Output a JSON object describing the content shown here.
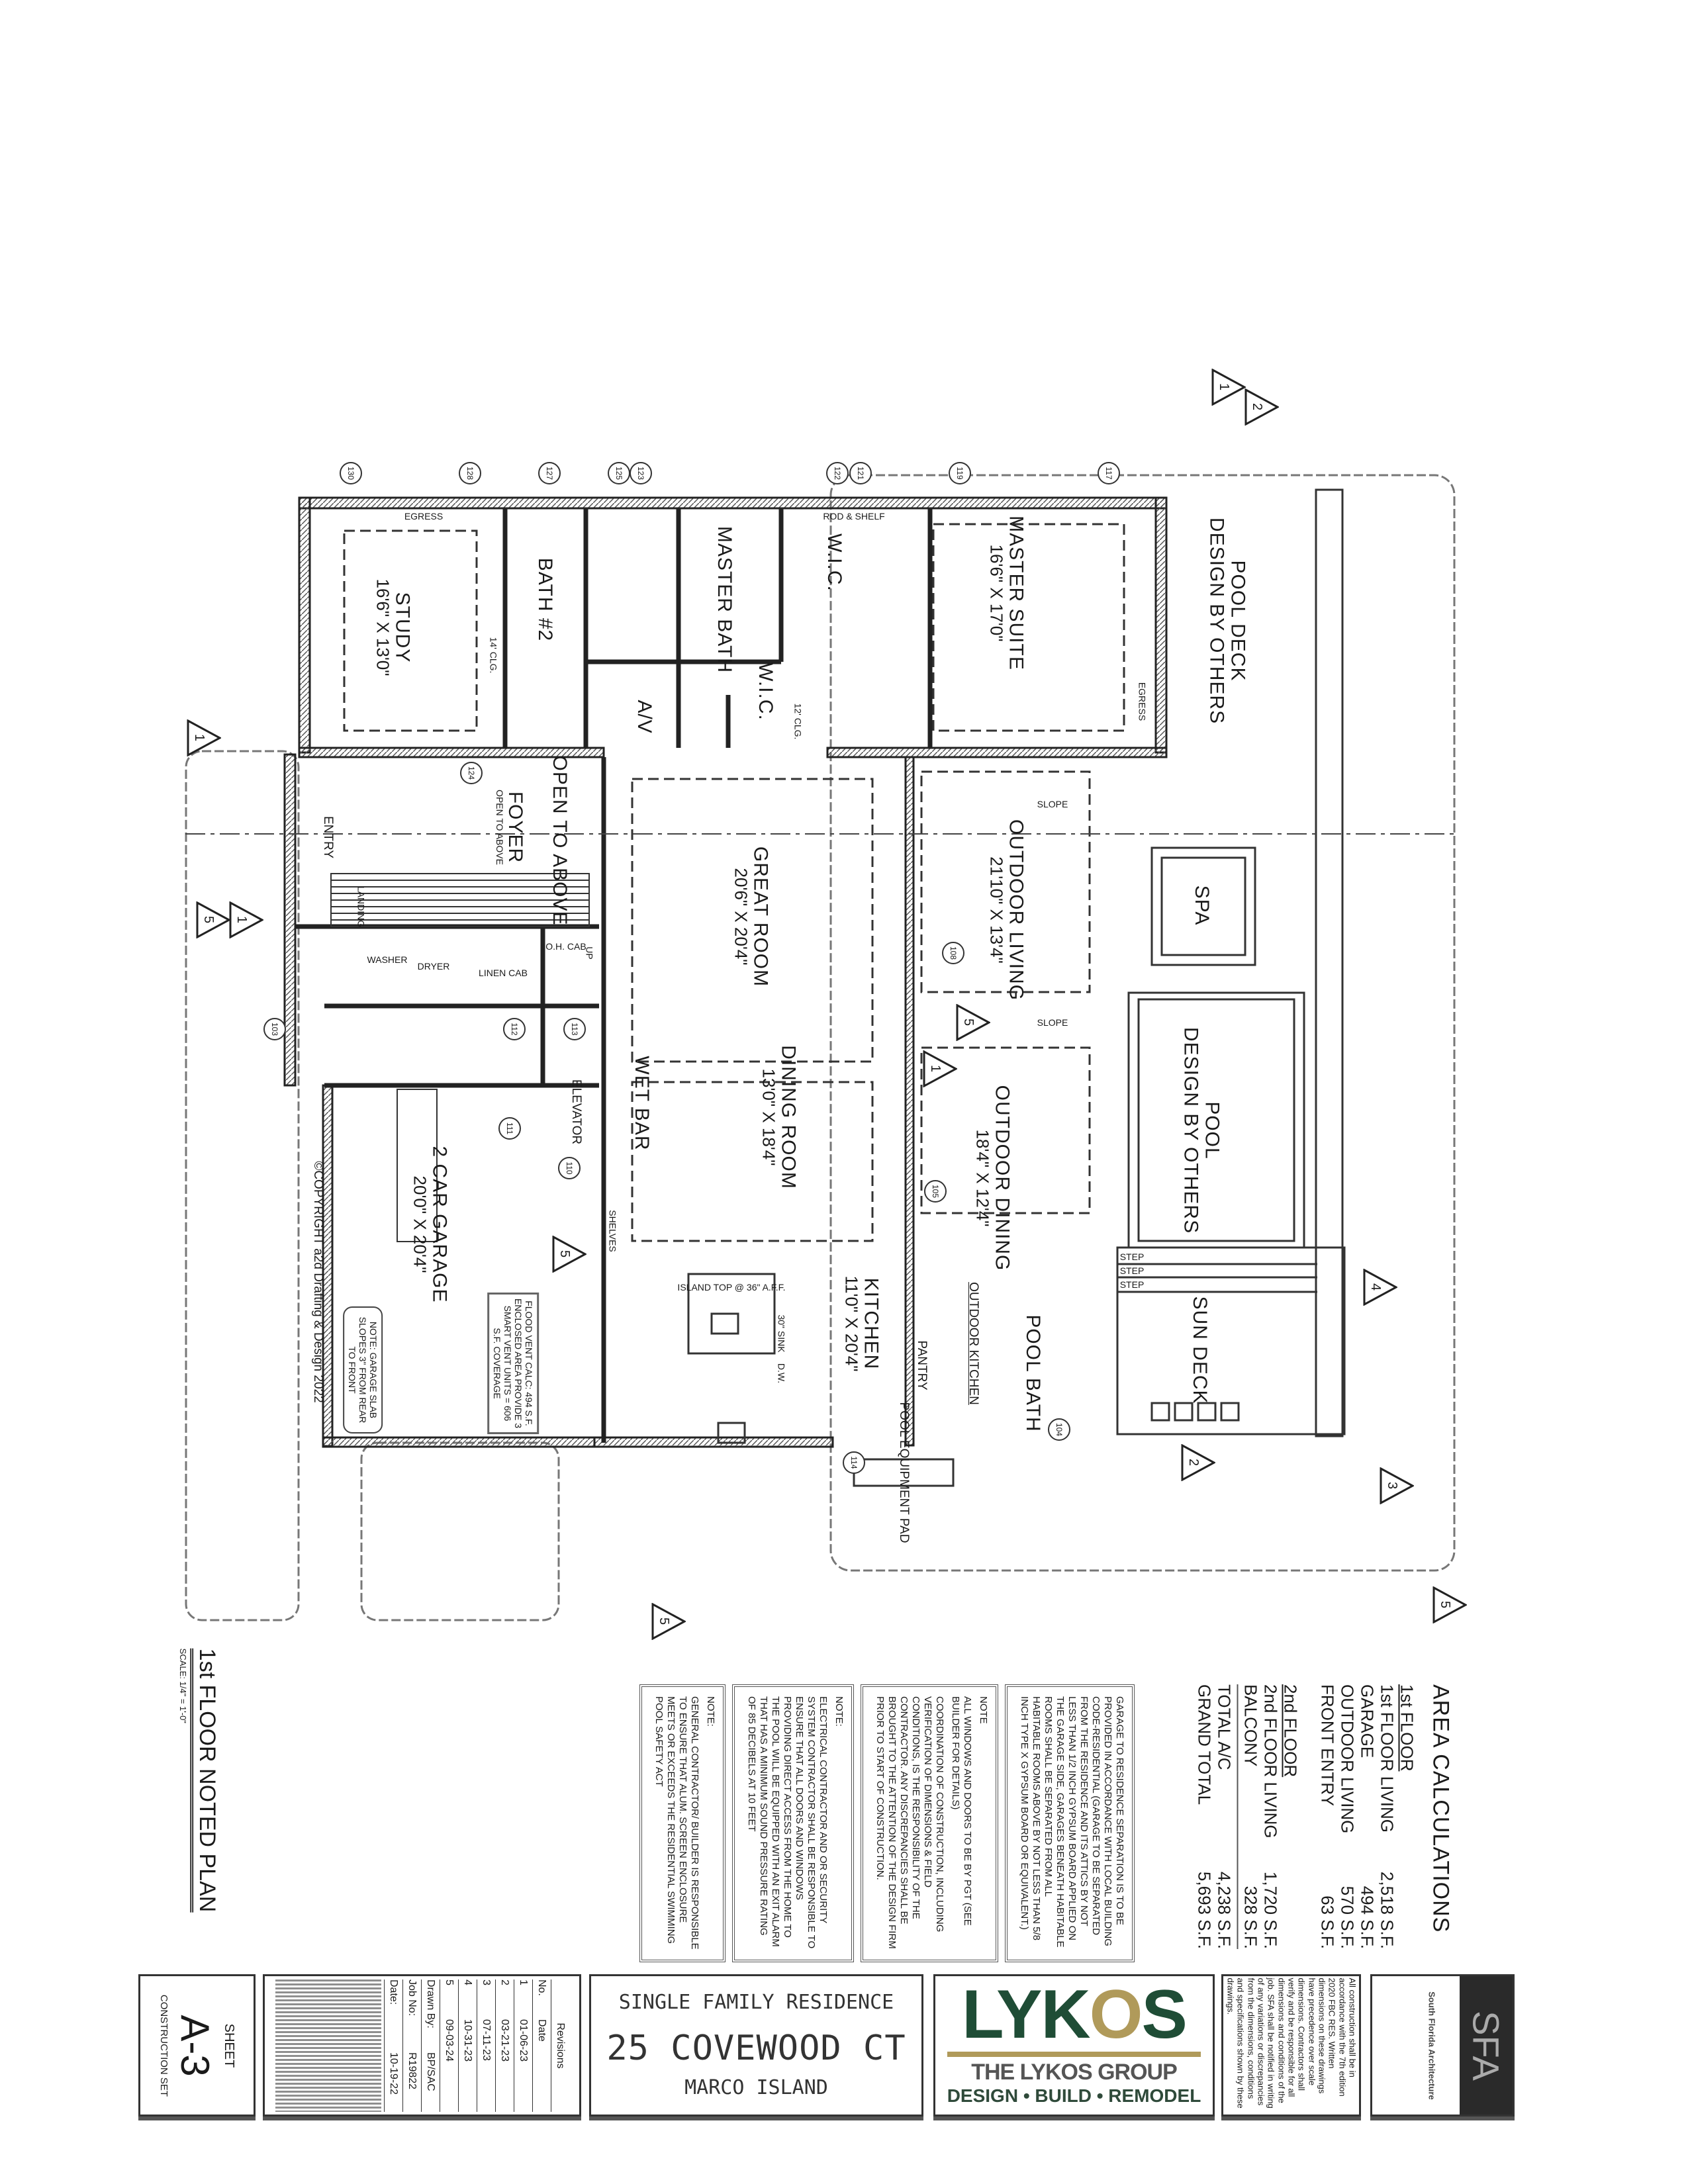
{
  "drawing": {
    "plan_title": "1st FLOOR NOTED PLAN",
    "scale": "SCALE: 1/4\" = 1'-0\"",
    "copyright": "©COPYRIGHT a2d Drafting & Design 2022"
  },
  "rooms": [
    {
      "name": "STUDY",
      "dims": "16'6\" X 13'0\""
    },
    {
      "name": "BATH #2"
    },
    {
      "name": "MASTER BATH"
    },
    {
      "name": "W.I.C."
    },
    {
      "name": "W.I.C."
    },
    {
      "name": "A/V"
    },
    {
      "name": "MASTER SUITE",
      "dims": "16'6\" X 17'0\""
    },
    {
      "name": "FOYER",
      "sub": "OPEN TO ABOVE"
    },
    {
      "name": "OPEN TO ABOVE"
    },
    {
      "name": "GREAT ROOM",
      "dims": "20'6\" X 20'4\""
    },
    {
      "name": "OUTDOOR LIVING",
      "dims": "21'10\" X 13'4\""
    },
    {
      "name": "SPA"
    },
    {
      "name": "POOL",
      "sub": "DESIGN BY OTHERS"
    },
    {
      "name": "POOL DECK",
      "sub": "DESIGN BY OTHERS"
    },
    {
      "name": "DINING ROOM",
      "dims": "13'0\" X 18'4\""
    },
    {
      "name": "WET BAR"
    },
    {
      "name": "OUTDOOR DINING",
      "dims": "18'4\" X 12'4\""
    },
    {
      "name": "2 CAR GARAGE",
      "dims": "20'0\" X 20'4\""
    },
    {
      "name": "KITCHEN",
      "dims": "11'0\" X 20'4\""
    },
    {
      "name": "OUTDOOR KITCHEN"
    },
    {
      "name": "PANTRY"
    },
    {
      "name": "POOL BATH"
    },
    {
      "name": "SUN DECK"
    },
    {
      "name": "ENTRY"
    },
    {
      "name": "ELEVATOR"
    }
  ],
  "fixtures": {
    "pool_equipment": "POOL EQUIPMENT PAD",
    "step": "STEP",
    "island": "ISLAND TOP @ 36\" A.F.F.",
    "linen": "LINEN CAB",
    "washer": "WASHER",
    "dryer": "DRYER",
    "oh_cab": "O.H. CAB",
    "shelves": "SHELVES",
    "landing": "LANDING",
    "up": "UP",
    "sink": "30\" SINK",
    "dw": "D.W.",
    "slope": "SLOPE",
    "egress": "EGRESS",
    "rod_shelf": "ROD & SHELF",
    "ceiling_12": "12' CLG.",
    "ceiling_14": "14' CLG.",
    "garage_note": "NOTE: GARAGE SLAB SLOPES 3\" FROM REAR TO FRONT",
    "flood_vent": "FLOOD VENT CALC: 494 S.F. ENCLOSED AREA PROVIDE 3 SMART VENT UNITS = 606 S.F. COVERAGE"
  },
  "door_tags": [
    "130",
    "128",
    "127",
    "125",
    "123",
    "122",
    "121",
    "119",
    "117",
    "124",
    "112",
    "113",
    "111",
    "110",
    "108",
    "105",
    "114",
    "104",
    "103"
  ],
  "revision_deltas": [
    "1",
    "2",
    "3",
    "4",
    "5",
    "1",
    "5",
    "1",
    "5",
    "1",
    "2",
    "5",
    "5"
  ],
  "area_calculations": {
    "title": "AREA CALCULATIONS",
    "first_floor_heading": "1st FLOOR",
    "first_floor": [
      {
        "label": "1st FLOOR LIVING",
        "value": "2,518 S.F."
      },
      {
        "label": "GARAGE",
        "value": "494 S.F."
      },
      {
        "label": "OUTDOOR LIVING",
        "value": "570 S.F."
      },
      {
        "label": "FRONT ENTRY",
        "value": "63 S.F."
      }
    ],
    "second_floor_heading": "2nd FLOOR",
    "second_floor": [
      {
        "label": "2nd FLOOR LIVING",
        "value": "1,720 S.F."
      },
      {
        "label": "BALCONY",
        "value": "328 S.F."
      }
    ],
    "totals": [
      {
        "label": "TOTAL A/C",
        "value": "4,238 S.F."
      },
      {
        "label": "GRAND TOTAL",
        "value": "5,693 S.F."
      }
    ]
  },
  "notes": [
    {
      "heading": "NOTE:",
      "body": "GENERAL CONTRACTOR/ BUILDER IS RESPONSIBLE TO ENSURE THAT ALUM. SCREEN ENCLOSURE MEETS OR EXCEEDS THE RESIDENTIAL SWIMMING POOL SAFETY ACT"
    },
    {
      "heading": "NOTE:",
      "body": "ELECTRICAL CONTRACTOR AND OR SECURITY SYSTEM CONTRACTOR SHALL BE RESPONSIBLE TO ENSURE THAT ALL DOORS AND WINDOWS PROVIDING DIRECT ACCESS FROM THE HOME TO THE POOL WILL BE EQUIPPED WITH AN EXIT ALARM THAT HAS A MINIMUM SOUND PRESSURE RATING OF 85 DECIBELS AT 10 FEET"
    },
    {
      "heading": "NOTE",
      "body": "ALL WINDOWS AND DOORS TO BE BY PGT (SEE BUILDER FOR DETAILS)",
      "body2": "COORDINATION OF CONSTRUCTION, INCLUDING VERIFICATION OF DIMENSIONS & FIELD CONDITIONS, IS THE RESPONSIBILITY OF THE CONTRACTOR. ANY DISCREPANCIES SHALL BE BROUGHT TO THE ATTENTION OF THE DESIGN FIRM PRIOR TO START OF CONSTRUCTION."
    },
    {
      "body": "GARAGE TO RESIDENCE SEPARATION IS TO BE PROVIDED IN ACCORDANCE WITH LOCAL BUILDING CODE-RESIDENTIAL (GARAGE TO BE SEPARATED FROM THE RESIDENCE AND ITS ATTICS BY NOT LESS THAN 1/2 INCH GYPSUM BOARD APPLIED ON THE GARAGE SIDE, GARAGES BENEATH HABITABLE ROOMS SHALL BE SEPARATED FROM ALL HABITABLE ROOMS ABOVE BY NOT LESS THAN 5/8 INCH TYPE X GYPSUM BOARD OR EQUIVALENT.)"
    }
  ],
  "title_block": {
    "sheet_label": "SHEET",
    "sheet_number": "A-3",
    "set": "CONSTRUCTION SET",
    "revisions_title": "Revisions",
    "rev_no_header": "No.",
    "rev_date_header": "Date",
    "revisions": [
      {
        "no": "1",
        "date": "01-06-23"
      },
      {
        "no": "2",
        "date": "03-21-23"
      },
      {
        "no": "3",
        "date": "07-11-23"
      },
      {
        "no": "4",
        "date": "10-31-23"
      },
      {
        "no": "5",
        "date": "09-03-24"
      }
    ],
    "drawn_by_label": "Drawn By:",
    "drawn_by": "BP/SAC",
    "job_no_label": "Job No:",
    "job_no": "R19822",
    "date_label": "Date:",
    "date": "10-19-22",
    "project_type": "SINGLE FAMILY RESIDENCE",
    "address": "25 COVEWOOD CT",
    "city": "MARCO ISLAND",
    "company_logo": "LYKOS",
    "company_name": "THE LYKOS GROUP",
    "company_tagline": "DESIGN • BUILD • REMODEL",
    "code_note": "All construction shall be in accordance with the 7th edition 2020 FBC RES. Written dimensions on these drawings have precedence over scale dimensions. Contractors shall verify and be responsible for all dimensions and conditions of the job. SFA shall be notified in writing of any variations or discrepancies from the dimensions, conditions and specifications shown by these drawings.",
    "architect_logo": "SFA",
    "architect_name": "South Florida Architecture"
  },
  "colors": {
    "lykos_green": "#1f4d36",
    "lykos_gold": "#b09a5a",
    "line": "#222222"
  }
}
